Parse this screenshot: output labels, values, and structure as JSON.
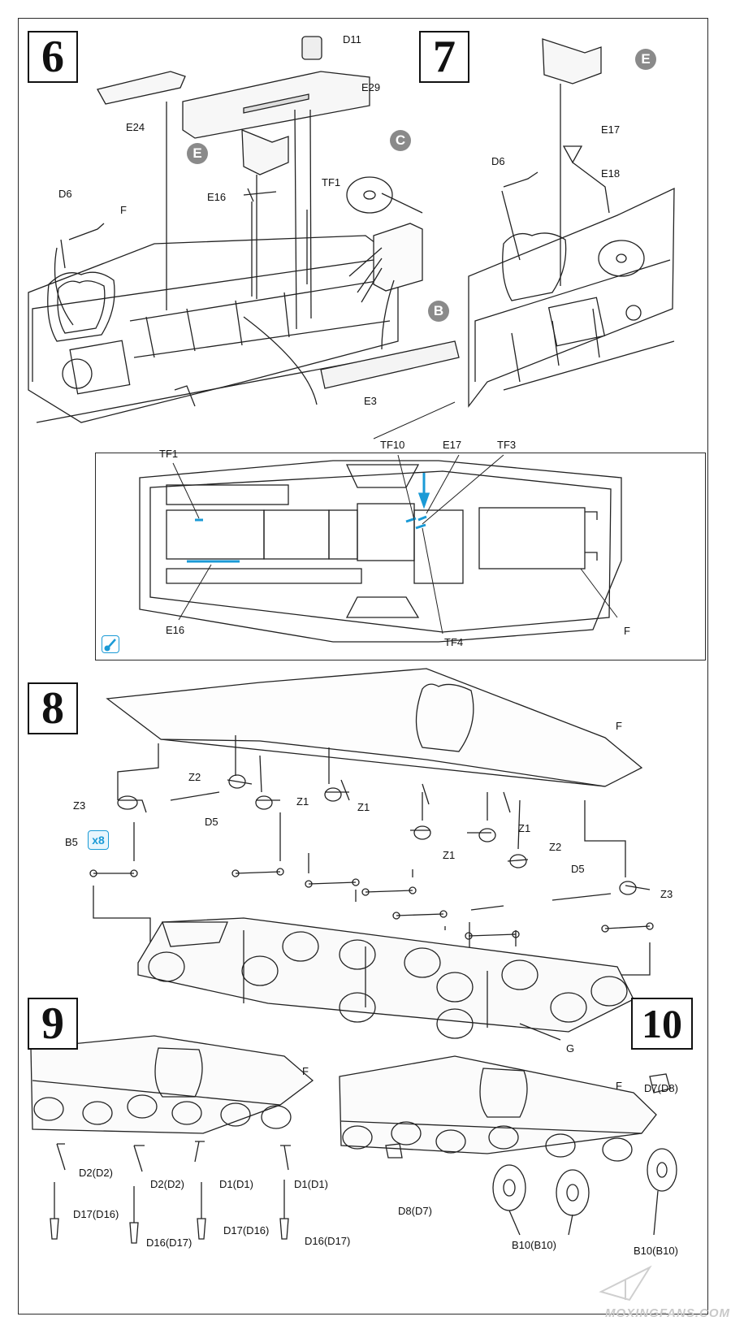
{
  "steps": {
    "s6": "6",
    "s7": "7",
    "s8": "8",
    "s9": "9",
    "s10": "10"
  },
  "callouts": {
    "E_a": "E",
    "C": "C",
    "B": "B",
    "E_b": "E"
  },
  "quantity_badge": "x8",
  "step6_labels": {
    "D11": "D11",
    "E29": "E29",
    "E24": "E24",
    "TF1": "TF1",
    "E16": "E16",
    "D6": "D6",
    "F": "F",
    "E3": "E3"
  },
  "step7_labels": {
    "E17": "E17",
    "D6": "D6",
    "E18": "E18"
  },
  "detail_labels": {
    "TF1": "TF1",
    "TF10": "TF10",
    "E17": "E17",
    "TF3": "TF3",
    "E16": "E16",
    "TF4": "TF4",
    "F": "F"
  },
  "step8_labels": {
    "F": "F",
    "Z2_a": "Z2",
    "Z3_a": "Z3",
    "D5_a": "D5",
    "Z1_a": "Z1",
    "Z1_b": "Z1",
    "B5": "B5",
    "Z1_c": "Z1",
    "Z1_d": "Z1",
    "Z2_b": "Z2",
    "D5_b": "D5",
    "Z3_b": "Z3",
    "G": "G"
  },
  "step9_labels": {
    "F": "F",
    "D2a": "D2(D2)",
    "D2b": "D2(D2)",
    "D1a": "D1(D1)",
    "D1b": "D1(D1)",
    "D17a": "D17(D16)",
    "D16a": "D16(D17)",
    "D17b": "D17(D16)",
    "D16b": "D16(D17)"
  },
  "step10_labels": {
    "F": "F",
    "D7": "D7(D8)",
    "D8": "D8(D7)",
    "B10a": "B10(B10)",
    "B10b": "B10(B10)"
  },
  "watermark": "MOXINGFANS.COM",
  "colors": {
    "ink": "#1a1a1a",
    "callout_gray": "#8a8a8a",
    "highlight_blue": "#1a9ad6"
  }
}
